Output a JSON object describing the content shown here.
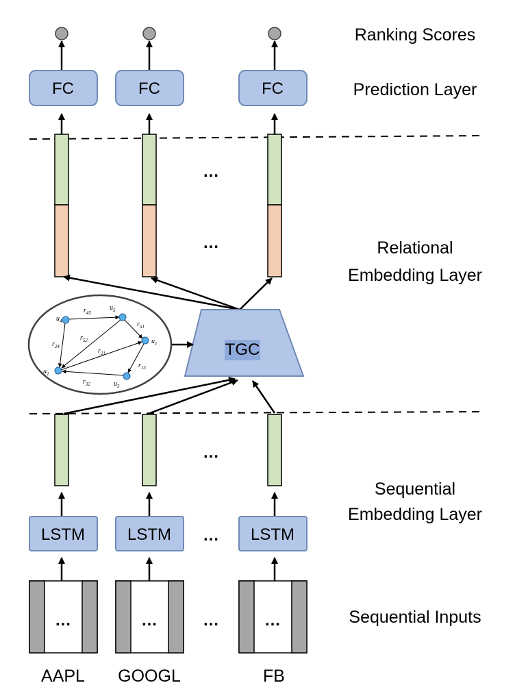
{
  "layers": {
    "ranking": "Ranking Scores",
    "prediction": "Prediction Layer",
    "relational_line1": "Relational",
    "relational_line2": "Embedding Layer",
    "sequential_line1": "Sequential",
    "sequential_line2": "Embedding Layer",
    "inputs": "Sequential Inputs"
  },
  "blocks": {
    "fc": "FC",
    "lstm": "LSTM",
    "tgc": "TGC",
    "ellipsis": "…"
  },
  "tickers": [
    "AAPL",
    "GOOGL",
    "FB"
  ],
  "graph": {
    "nodes": [
      "u4",
      "u5",
      "u1",
      "u2",
      "u3"
    ],
    "edges": [
      "r45",
      "r51",
      "r24",
      "r52",
      "r21",
      "r13",
      "r32"
    ]
  },
  "colors": {
    "block_fill": "#b4c6e7",
    "block_stroke": "#6f8ab7",
    "green_embedding": "#cfe3bf",
    "orange_embedding": "#f5cdb4",
    "score_node": "#a6a6a6",
    "graph_node": "#5aaee8",
    "input_bar": "#a6a6a6"
  }
}
